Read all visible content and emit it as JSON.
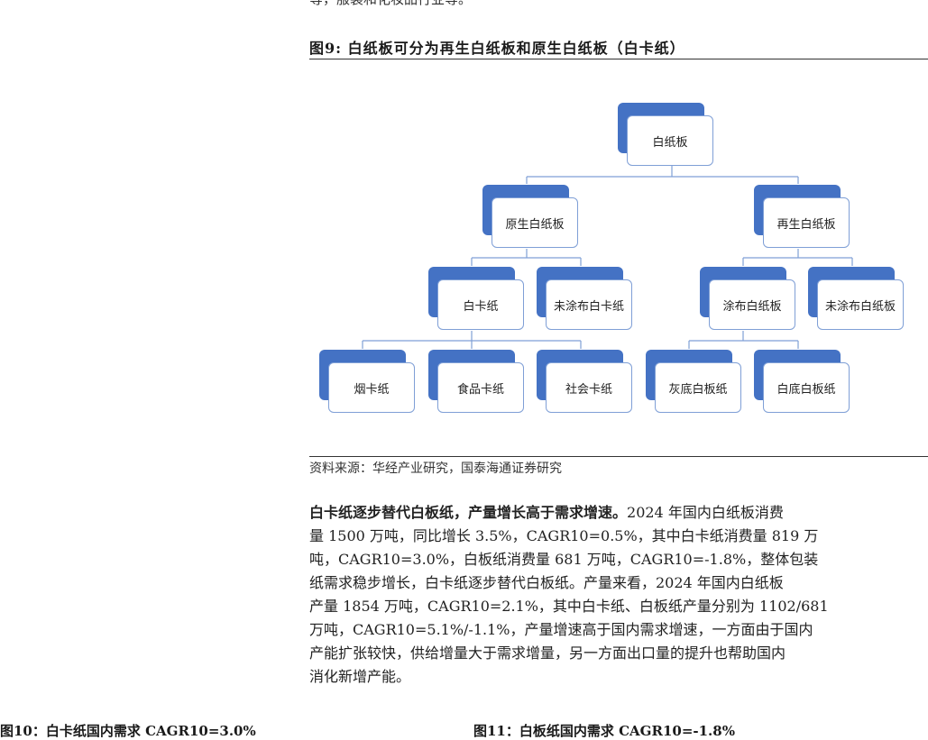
{
  "prev_text": "等，服装和化妆品行业等。",
  "figure9": {
    "title": "图9:  白纸板可分为再生白纸板和原生白纸板（白卡纸）",
    "nodes": {
      "root": "白纸板",
      "virgin": "原生白纸板",
      "recycled": "再生白纸板",
      "whitecard": "白卡纸",
      "uncoated_white": "未涂布白卡纸",
      "coated_board": "涂布白纸板",
      "uncoated_board": "未涂布白纸板",
      "cigarette": "烟卡纸",
      "food": "食品卡纸",
      "social": "社会卡纸",
      "grey": "灰底白板纸",
      "whitebase": "白底白板纸"
    },
    "source": "资料来源：华经产业研究，国泰海通证券研究"
  },
  "paragraph": {
    "lead": "白卡纸逐步替代白板纸，产量增长高于需求增速。",
    "line1_rest": "2024 年国内白纸板消费",
    "line2": "量 1500 万吨，同比增长 3.5%，CAGR10=0.5%，其中白卡纸消费量 819 万",
    "line3": "吨，CAGR10=3.0%，白板纸消费量 681 万吨，CAGR10=-1.8%，整体包装",
    "line4": "纸需求稳步增长，白卡纸逐步替代白板纸。产量来看，2024 年国内白纸板",
    "line5": "产量 1854 万吨，CAGR10=2.1%，其中白卡纸、白板纸产量分别为 1102/681",
    "line6": "万吨，CAGR10=5.1%/-1.1%，产量增速高于国内需求增速，一方面由于国内",
    "line7": "产能扩张较快，供给增量大于需求增量，另一方面出口量的提升也帮助国内",
    "line8": "消化新增产能。"
  },
  "next_figures": {
    "fig10": "图10：白卡纸国内需求 CAGR10=3.0%",
    "fig11": "图11：白板纸国内需求 CAGR10=-1.8%"
  }
}
